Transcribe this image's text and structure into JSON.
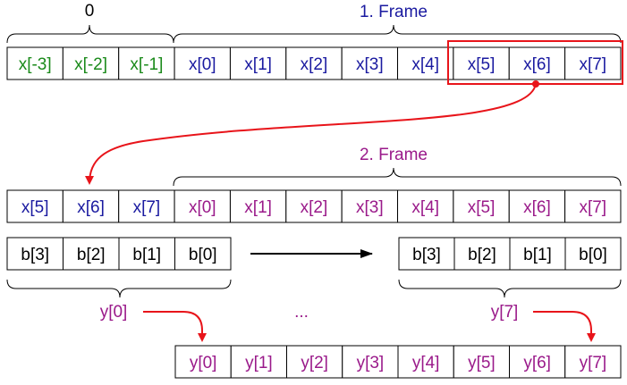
{
  "colors": {
    "green": "#1a8a1a",
    "blue": "#1a1aa0",
    "purple": "#9a1a8a",
    "black": "#000000",
    "red": "#e8141a"
  },
  "labels": {
    "zero": "0",
    "frame1": "1. Frame",
    "frame2": "2. Frame",
    "y0": "y[0]",
    "ellipsis": "...",
    "y7": "y[7]"
  },
  "rows": {
    "row1": {
      "cells": [
        "x[-3]",
        "x[-2]",
        "x[-1]",
        "x[0]",
        "x[1]",
        "x[2]",
        "x[3]",
        "x[4]",
        "x[5]",
        "x[6]",
        "x[7]"
      ],
      "colors": [
        "green",
        "green",
        "green",
        "blue",
        "blue",
        "blue",
        "blue",
        "blue",
        "blue",
        "blue",
        "blue"
      ]
    },
    "row2": {
      "cells": [
        "x[5]",
        "x[6]",
        "x[7]",
        "x[0]",
        "x[1]",
        "x[2]",
        "x[3]",
        "x[4]",
        "x[5]",
        "x[6]",
        "x[7]"
      ],
      "colors": [
        "blue",
        "blue",
        "blue",
        "purple",
        "purple",
        "purple",
        "purple",
        "purple",
        "purple",
        "purple",
        "purple"
      ]
    },
    "coef_left": {
      "cells": [
        "b[3]",
        "b[2]",
        "b[1]",
        "b[0]"
      ],
      "colors": [
        "black",
        "black",
        "black",
        "black"
      ]
    },
    "coef_right": {
      "cells": [
        "b[3]",
        "b[2]",
        "b[1]",
        "b[0]"
      ],
      "colors": [
        "black",
        "black",
        "black",
        "black"
      ]
    },
    "output": {
      "cells": [
        "y[0]",
        "y[1]",
        "y[2]",
        "y[3]",
        "y[4]",
        "y[5]",
        "y[6]",
        "y[7]"
      ],
      "colors": [
        "purple",
        "purple",
        "purple",
        "purple",
        "purple",
        "purple",
        "purple",
        "purple"
      ]
    }
  }
}
